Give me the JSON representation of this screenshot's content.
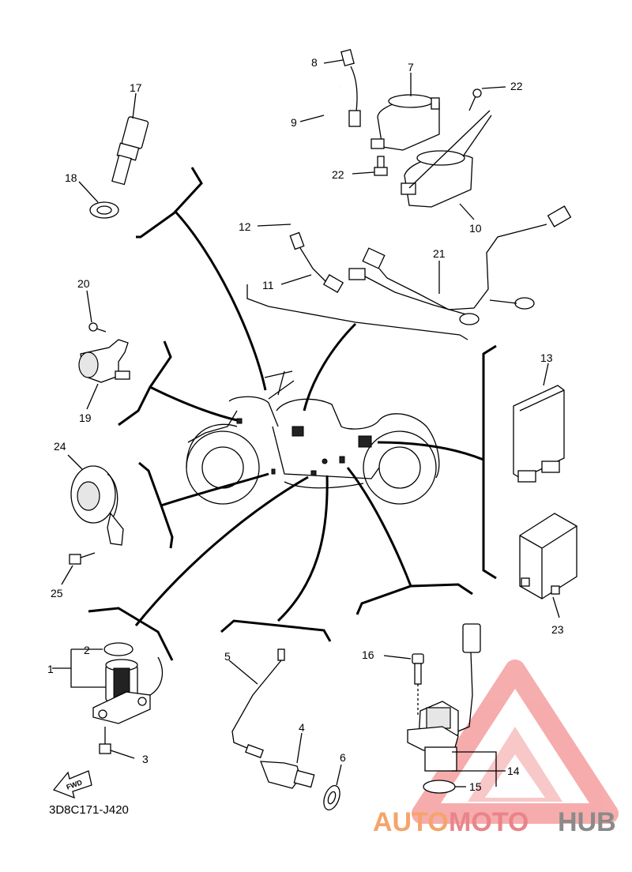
{
  "diagram": {
    "code": "3D8C171-J420",
    "fwd_label": "FWD",
    "callouts": {
      "n1": "1",
      "n2": "2",
      "n3": "3",
      "n4": "4",
      "n5": "5",
      "n6": "6",
      "n7": "7",
      "n8": "8",
      "n9": "9",
      "n10": "10",
      "n11": "11",
      "n12": "12",
      "n13": "13",
      "n14": "14",
      "n15": "15",
      "n16": "16",
      "n17": "17",
      "n18": "18",
      "n19": "19",
      "n20": "20",
      "n21": "21",
      "n22a": "22",
      "n22b": "22",
      "n23": "23",
      "n24": "24",
      "n25": "25"
    }
  },
  "watermark": {
    "part1": "AUTO",
    "part2": "MOTO",
    "part3": "HUB",
    "color1": "#f5a46b",
    "color2": "#e9848a",
    "color3": "#8a8a8a",
    "triangle_color": "#ef6a6a"
  }
}
